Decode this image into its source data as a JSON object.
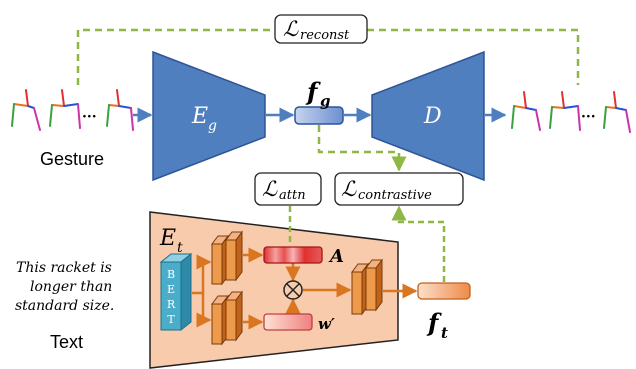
{
  "losses": {
    "reconst": "reconst",
    "attn": "attn",
    "contrastive": "contrastive",
    "loss_symbol": "ℒ"
  },
  "encoders": {
    "gesture_encoder": "E",
    "gesture_encoder_sub": "g",
    "decoder": "D",
    "text_encoder": "E",
    "text_encoder_sub": "t"
  },
  "features": {
    "gesture_feature": "f",
    "gesture_feature_sub": "g",
    "text_feature": "f",
    "text_feature_sub": "t",
    "attention": "A",
    "weights": "w′"
  },
  "bert_letters": [
    "B",
    "E",
    "R",
    "T"
  ],
  "input_text": {
    "lines": [
      "This racket is",
      "longer than",
      "standard size."
    ]
  },
  "labels": {
    "gesture": "Gesture",
    "text": "Text"
  },
  "colors": {
    "encoder_blue": "#4f7fbf",
    "encoder_dark": "#2f5597",
    "dashed_green": "#8db845",
    "text_encoder_fill": "#f8cbad",
    "arrow_orange": "#d9761f",
    "attention_red": "#e03030",
    "bert_teal": "#4aaecb"
  }
}
